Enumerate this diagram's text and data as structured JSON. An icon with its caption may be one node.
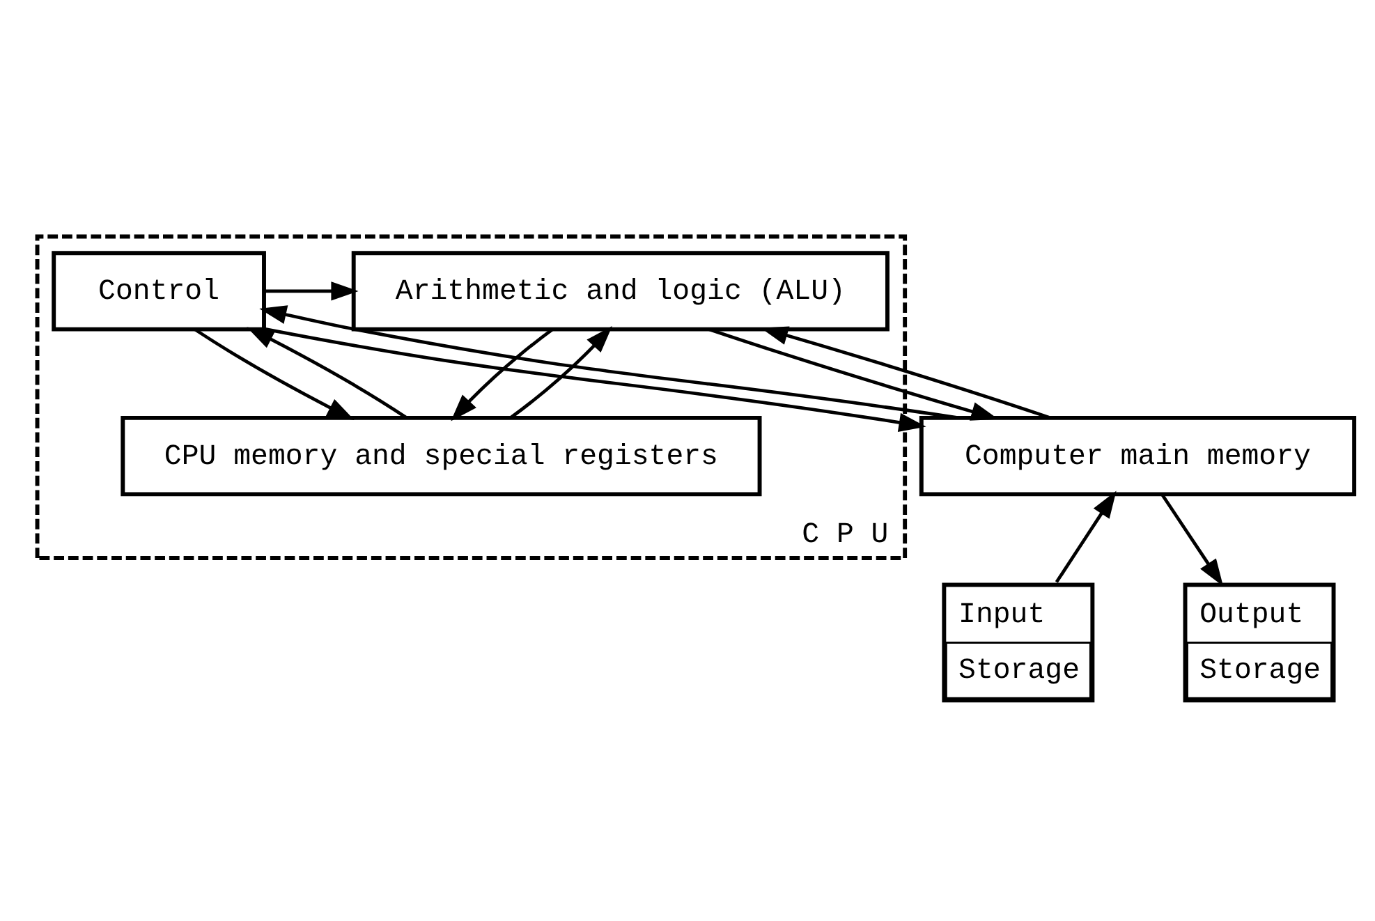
{
  "diagram": {
    "nodes": [
      {
        "text": [
          "C P U"
        ]
      },
      {
        "text": [
          "Control"
        ],
        "in": 0
      },
      {
        "text": [
          "Arithmetic and logic (ALU)"
        ],
        "in": 0
      },
      {
        "text": [
          "CPU memory and special registers"
        ],
        "in": 0
      },
      {
        "text": [
          "Computer main memory"
        ]
      },
      {
        "text": [
          "Input",
          "Storage"
        ]
      },
      {
        "text": [
          "Output",
          "Storage"
        ]
      }
    ],
    "edges": [
      {
        "from": 1,
        "to": 2,
        "arrow": "to"
      },
      {
        "from": 3,
        "to": 1,
        "arrow": "to"
      },
      {
        "from": 1,
        "to": 3,
        "arrow": "to"
      },
      {
        "from": 2,
        "to": 3,
        "arrow": "to"
      },
      {
        "from": 3,
        "to": 2,
        "arrow": "to"
      },
      {
        "from": 4,
        "to": 1,
        "arrow": "to"
      },
      {
        "from": 1,
        "to": 4,
        "arrow": "to"
      },
      {
        "from": 4,
        "to": 2,
        "arrow": "to"
      },
      {
        "from": 2,
        "to": 4,
        "arrow": "to"
      },
      {
        "from": 5,
        "to": 4,
        "arrow": "to"
      },
      {
        "from": 4,
        "to": 6,
        "arrow": "to"
      }
    ]
  }
}
